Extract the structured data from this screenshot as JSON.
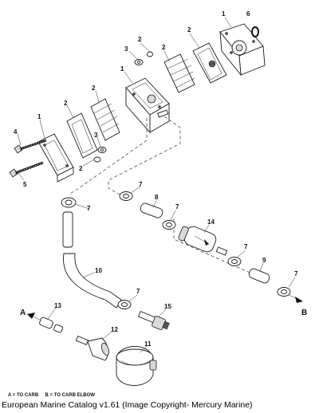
{
  "callouts": {
    "c1a": "1",
    "c6": "6",
    "c2a": "2",
    "c2b": "2",
    "c3a": "3",
    "c2c": "2",
    "c1b": "1",
    "c2d": "2",
    "c2e": "2",
    "c4": "4",
    "c1c": "1",
    "c3b": "3",
    "c2f": "2",
    "c5": "5",
    "c7a": "7",
    "c7b": "7",
    "c8": "8",
    "c7c": "7",
    "c14": "14",
    "c7d": "7",
    "c9": "9",
    "c10": "10",
    "c7e": "7",
    "c7f": "7",
    "c15": "15",
    "c13": "13",
    "c12": "12",
    "c11": "11"
  },
  "arrows": {
    "a": "A",
    "b": "B"
  },
  "legend": "A = TO CARB     B = TO CARB ELBOW",
  "caption": "European Marine Catalog v1.61 (Image Copyright- Mercury Marine)"
}
